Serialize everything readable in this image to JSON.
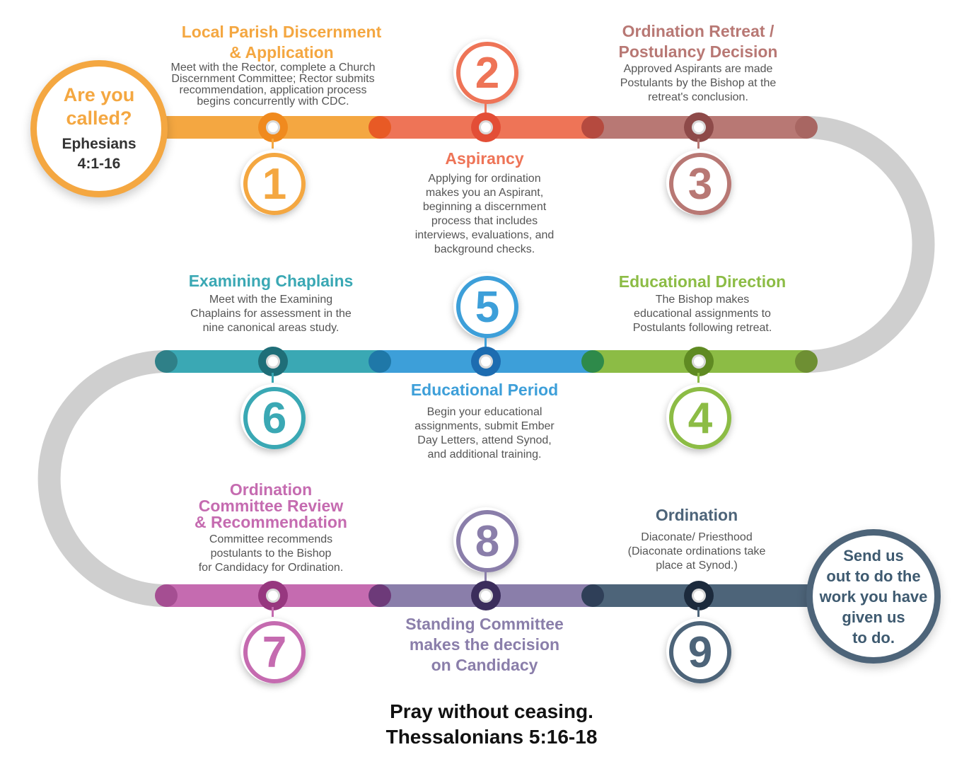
{
  "colors": {
    "track_gray": "#cfcfcf",
    "step1": "#f4a741",
    "step2": "#ee7457",
    "step3": "#b87874",
    "step4": "#8cbc45",
    "step5": "#3d9fd9",
    "step6": "#3aa8b4",
    "step7": "#c56bb0",
    "step8": "#8a7eaa",
    "step9": "#4d6479"
  },
  "start_circle": {
    "line1": "Are you",
    "line2": "called?",
    "ref1": "Ephesians",
    "ref2": "4:1-16"
  },
  "end_circle": {
    "text": "Send us\nout to do the\nwork you have\ngiven us\nto do."
  },
  "steps": [
    {
      "number": "1",
      "title": "Local Parish Discernment\n&  Application",
      "text": "Meet with the Rector, complete a Church\nDiscernment Committee; Rector submits\nrecommendation, application process\nbegins concurrently with CDC."
    },
    {
      "number": "2",
      "title": "Aspirancy",
      "text": "Applying for ordination\nmakes you an Aspirant,\nbeginning a discernment\nprocess that includes\ninterviews, evaluations, and\nbackground checks."
    },
    {
      "number": "3",
      "title": "Ordination Retreat /\nPostulancy Decision",
      "text": "Approved Aspirants are made\nPostulants by the Bishop at the\nretreat's conclusion."
    },
    {
      "number": "4",
      "title": "Educational Direction",
      "text": "The Bishop makes\neducational assignments to\nPostulants following retreat."
    },
    {
      "number": "5",
      "title": "Educational Period",
      "text": "Begin your educational\nassignments, submit Ember\nDay Letters, attend Synod,\nand additional training."
    },
    {
      "number": "6",
      "title": "Examining Chaplains",
      "text": "Meet with the Examining\nChaplains for assessment in the\nnine canonical areas study."
    },
    {
      "number": "7",
      "title": "Ordination\nCommittee Review\n& Recommendation",
      "text": "Committee recommends\npostulants to the Bishop\nfor Candidacy for Ordination."
    },
    {
      "number": "8",
      "title": "Standing Committee\nmakes the decision\non Candidacy",
      "text": ""
    },
    {
      "number": "9",
      "title": "Ordination",
      "text": "Diaconate/ Priesthood\n(Diaconate ordinations take\nplace at Synod.)"
    }
  ],
  "footer": {
    "line1": "Pray without ceasing.",
    "line2": "Thessalonians 5:16-18"
  }
}
